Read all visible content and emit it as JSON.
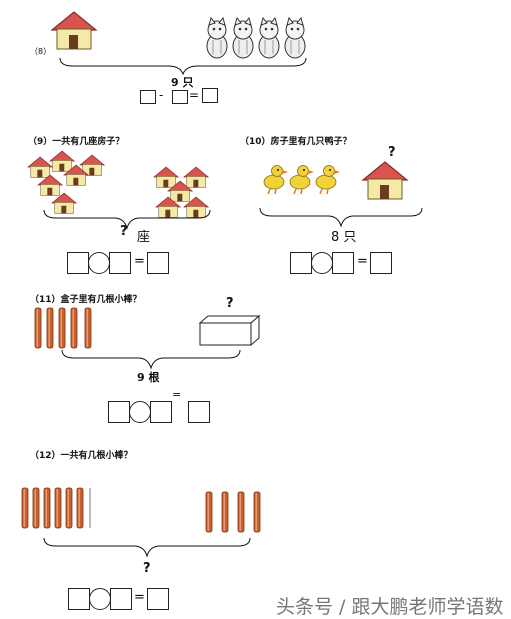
{
  "problems": [
    {
      "number": "（8）",
      "total": "9 只",
      "operator": "-",
      "equals": "="
    },
    {
      "number": "（9）",
      "question": "一共有几座房子？",
      "mark": "?",
      "unit": "座",
      "equals": "="
    },
    {
      "number": "（10）",
      "question": "房子里有几只鸭子？",
      "mark": "?",
      "total": "8 只",
      "equals": "="
    },
    {
      "number": "（11）",
      "question": "盒子里有几根小棒？",
      "mark": "?",
      "total": "9 根",
      "equals": "="
    },
    {
      "number": "（12）",
      "question": "一共有几根小棒？",
      "mark": "?",
      "equals": "="
    }
  ],
  "watermark": "头条号 / 跟大鹏老师学语数",
  "colors": {
    "roof": "#d9534f",
    "wall": "#f5e9a8",
    "stick": "#c8612f",
    "duck": "#f2d23a"
  }
}
